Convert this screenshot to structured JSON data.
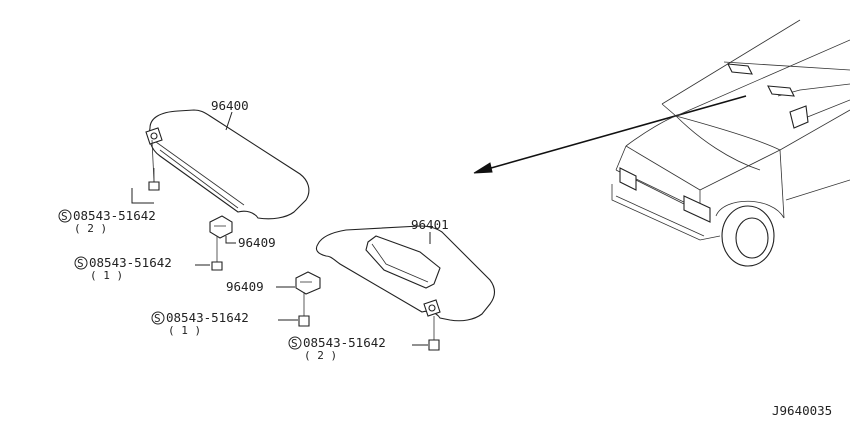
{
  "parts": {
    "visor_left": "96400",
    "visor_right": "96401",
    "holder_upper": "96409",
    "holder_lower": "96409"
  },
  "screws": [
    {
      "prefix": "S",
      "number": "08543-51642",
      "qty": "( 2 )"
    },
    {
      "prefix": "S",
      "number": "08543-51642",
      "qty": "( 1 )"
    },
    {
      "prefix": "S",
      "number": "08543-51642",
      "qty": "( 1 )"
    },
    {
      "prefix": "S",
      "number": "08543-51642",
      "qty": "( 2 )"
    }
  ],
  "diagram_code": "J9640035"
}
